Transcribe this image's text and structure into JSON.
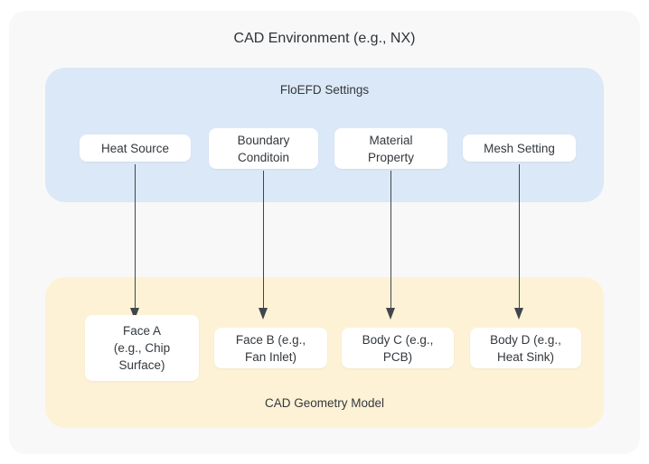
{
  "title": "CAD Environment (e.g., NX)",
  "colors": {
    "panel_blue": "#dbe8f7",
    "panel_yellow": "#fdf2d6",
    "outer_gray": "#f8f8f9",
    "node_bg": "#ffffff",
    "arrow": "#41464c",
    "text": "#33383d"
  },
  "floefd_panel": {
    "label": "FloEFD Settings",
    "items": [
      {
        "label": [
          "Heat Source"
        ]
      },
      {
        "label": [
          "Boundary",
          "Conditoin"
        ]
      },
      {
        "label": [
          "Material",
          "Property"
        ]
      },
      {
        "label": [
          "Mesh Setting"
        ]
      }
    ]
  },
  "geometry_panel": {
    "label": "CAD Geometry Model",
    "items": [
      {
        "label": [
          "Face A",
          "(e.g., Chip",
          "Surface)"
        ]
      },
      {
        "label": [
          "Face B (e.g.,",
          "Fan Inlet)"
        ]
      },
      {
        "label": [
          "Body C (e.g.,",
          "PCB)"
        ]
      },
      {
        "label": [
          "Body D (e.g.,",
          "Heat Sink)"
        ]
      }
    ]
  }
}
